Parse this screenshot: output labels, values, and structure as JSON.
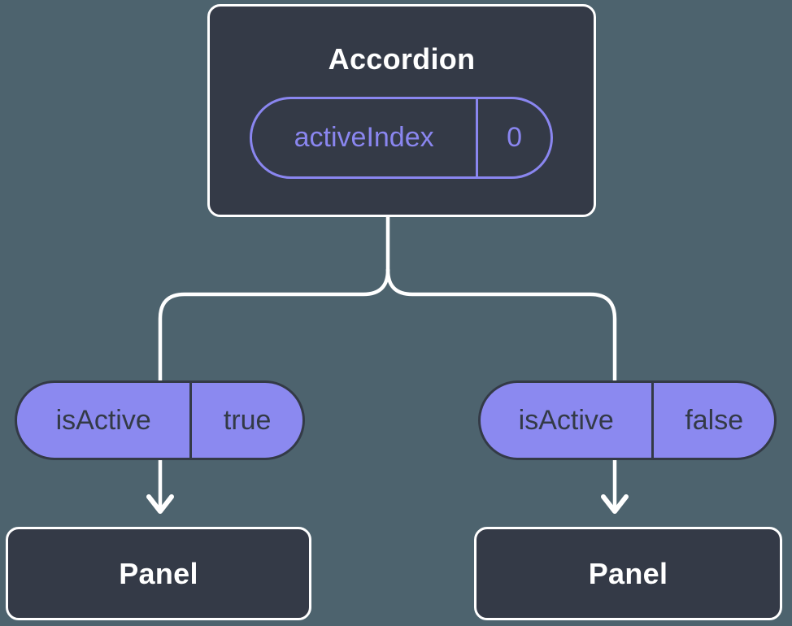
{
  "tree": {
    "root": {
      "title": "Accordion",
      "state_pill": {
        "label": "activeIndex",
        "value": "0"
      }
    },
    "branches": [
      {
        "prop_pill": {
          "label": "isActive",
          "value": "true"
        },
        "child": {
          "title": "Panel"
        }
      },
      {
        "prop_pill": {
          "label": "isActive",
          "value": "false"
        },
        "child": {
          "title": "Panel"
        }
      }
    ]
  },
  "icons": {
    "arrow_down": "chevron-down"
  },
  "colors": {
    "background": "#4d636e",
    "node_fill": "#343a47",
    "node_border": "#ffffff",
    "accent_purple": "#8a86f0",
    "pill_fill": "#8b89f0",
    "pill_dark": "#333a46",
    "connector": "#ffffff"
  }
}
